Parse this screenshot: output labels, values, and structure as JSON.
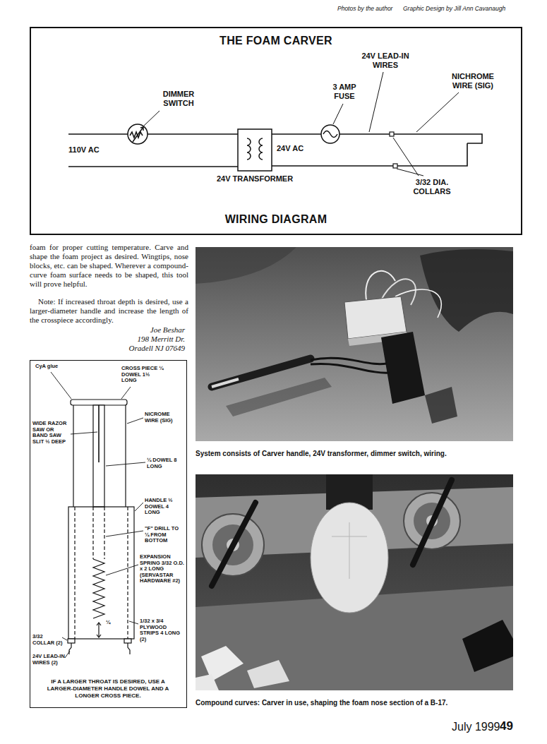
{
  "diagram": {
    "nodes": [
      {
        "text": [
          "THE FOAM CARVER",
          "WIRING DIAGRAM"
        ]
      },
      {
        "text": [
          "IF A LARGER THROAT IS DESIRED, USE A LARGER-DIAMETER HANDLE DOWEL AND A LONGER CROSS PIECE."
        ]
      }
    ],
    "labels": [
      "Photos by the author",
      "Graphic Design by Jill Ann Cavanaugh",
      "DIMMER SWITCH",
      "110V AC",
      "24V AC",
      "24V TRANSFORMER",
      "3 AMP FUSE",
      "24V LEAD-IN WIRES",
      "NICHROME WIRE (SIG)",
      "3/32 DIA. COLLARS",
      "foam for proper cutting temperature. Carve and shape the foam project as desired. Wingtips, nose blocks, etc. can be shaped. Wherever a compound-curve foam surface needs to be shaped, this tool will prove helpful.",
      "Note: If increased throat depth is desired, use a larger-diameter handle and increase the length of the crosspiece accordingly.",
      "Joe Beshar",
      "198 Merritt Dr.",
      "Oradell NJ 07649",
      "CyA glue",
      "CROSS PIECE ¼ DOWEL 1½ LONG",
      "NICROME WIRE (SIG)",
      "WIDE RAZOR SAW OR BAND SAW SLIT ½ DEEP",
      "¼ DOWEL 8 LONG",
      "HANDLE ½ DOWEL 4 LONG",
      "\"F\" DRILL TO ¼ FROM BOTTOM",
      "EXPANSION SPRING 3/32 O.D. x 2 LONG (SERVASTAR HARDWARE #2)",
      "¼",
      "3/32 COLLAR (2)",
      "24V LEAD-IN WIRES (2)",
      "1/32 x 3/4 PLYWOOD STRIPS 4 LONG (2)",
      "System consists of Carver handle, 24V transformer, dimmer switch, wiring.",
      "Compound curves: Carver in use, shaping the foam nose section of a B-17.",
      "July 1999",
      "49"
    ]
  }
}
